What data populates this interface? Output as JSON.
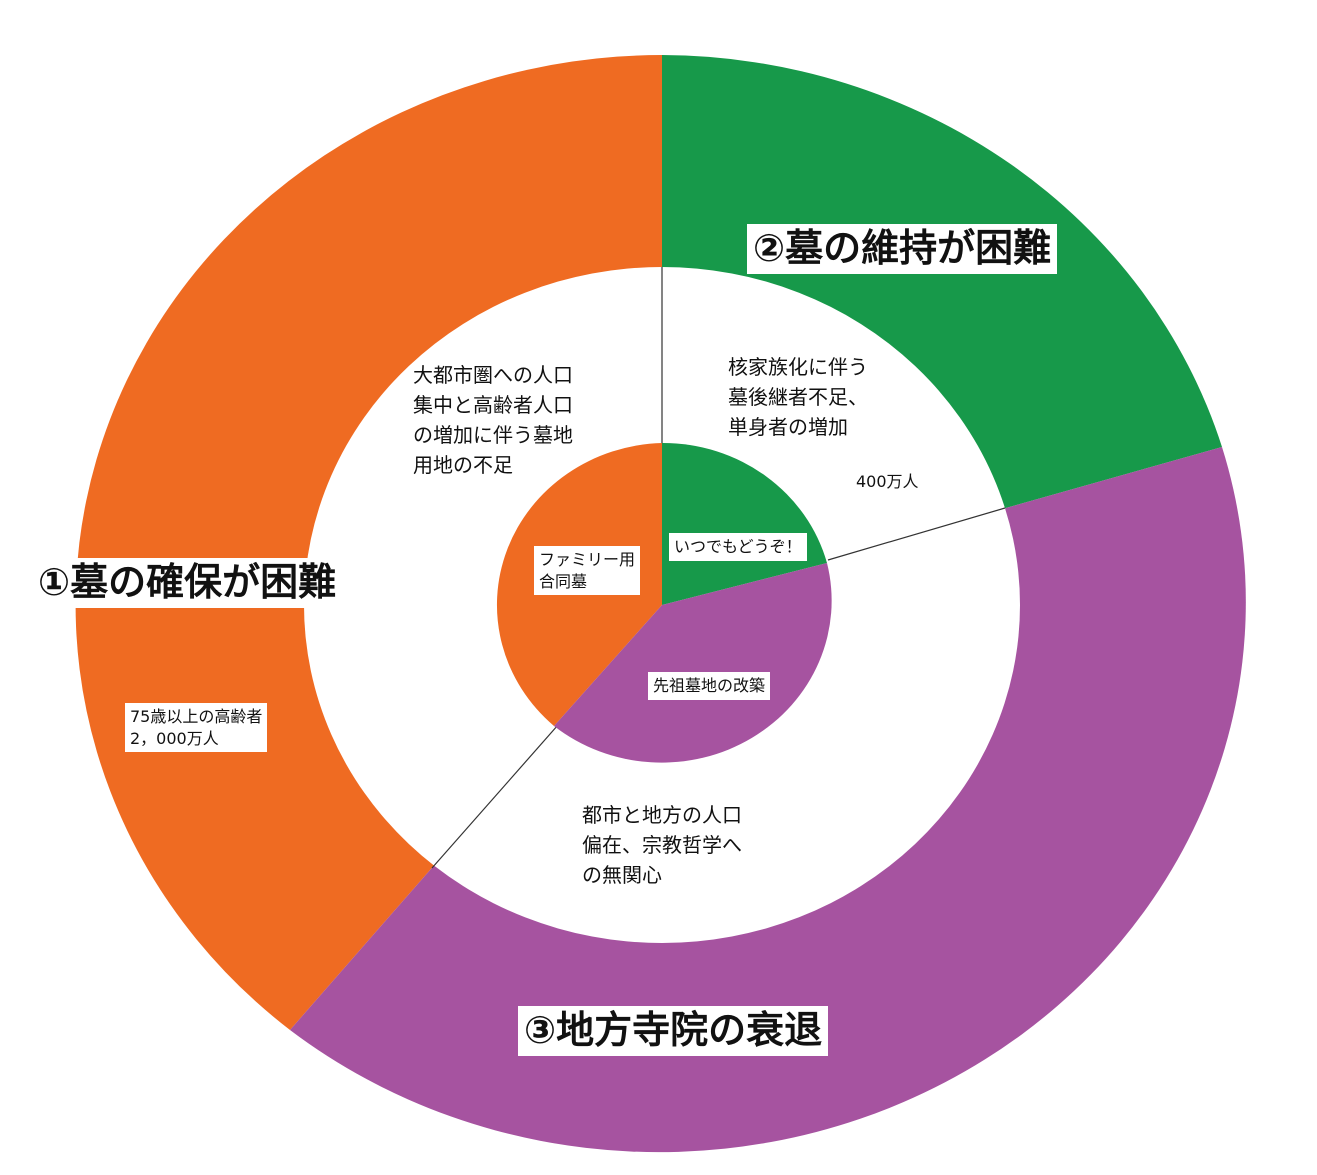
{
  "colors": {
    "orange": "#ef6b22",
    "green": "#17994a",
    "purple": "#a653a0",
    "white": "#ffffff",
    "line": "#333333"
  },
  "labels": {
    "outer_1": "①墓の確保が困難",
    "outer_2": "②墓の維持が困難",
    "outer_3": "③地方寺院の衰退",
    "middle_1": "大都市圏への人口\n集中と高齢者人口\nの増加に伴う墓地\n用地の不足",
    "middle_2": "核家族化に伴う\n墓後継者不足、\n単身者の増加",
    "middle_2_count": "400万人",
    "middle_3": "都市と地方の人口\n偏在、宗教哲学へ\nの無関心",
    "count_1": "75歳以上の高齢者\n2，000万人",
    "inner_1": "ファミリー用\n合同墓",
    "inner_2": "いつでもどうぞ！",
    "inner_3": "先祖墓地の改築"
  }
}
